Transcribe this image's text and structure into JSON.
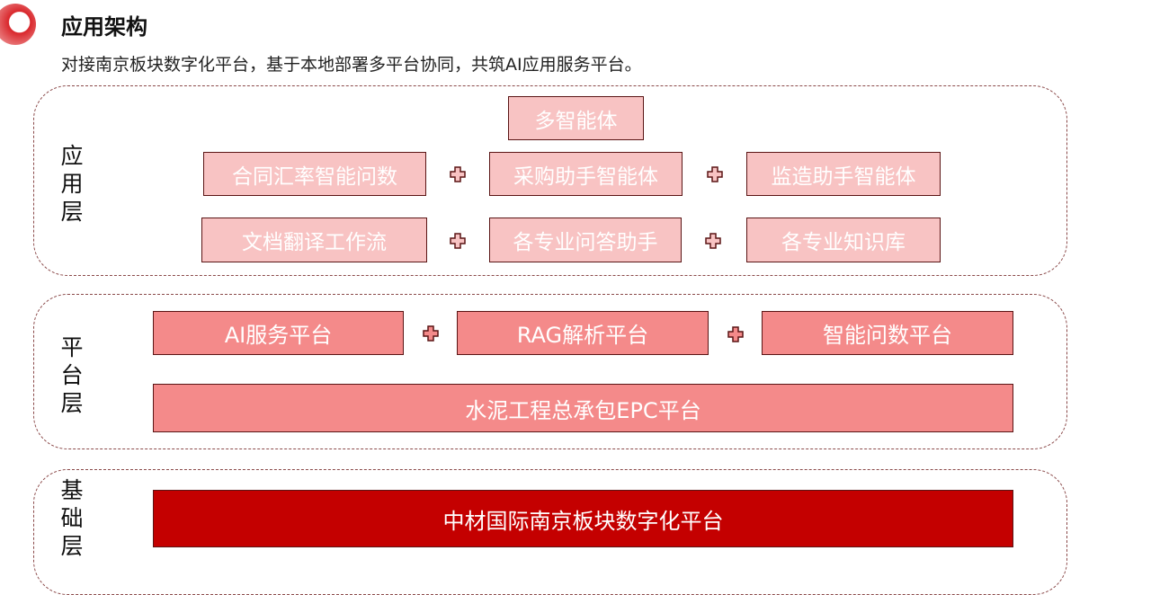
{
  "header": {
    "title": "应用架构",
    "subtitle": "对接南京板块数字化平台，基于本地部署多平台协同，共筑AI应用服务平台。"
  },
  "layers": {
    "application": {
      "label": "应用层",
      "top": "多智能体",
      "row1": [
        "合同汇率智能问数",
        "采购助手智能体",
        "监造助手智能体"
      ],
      "row2": [
        "文档翻译工作流",
        "各专业问答助手",
        "各专业知识库"
      ]
    },
    "platform": {
      "label": "平台层",
      "row1": [
        "AI服务平台",
        "RAG解析平台",
        "智能问数平台"
      ],
      "base": "水泥工程总承包EPC平台"
    },
    "foundation": {
      "label": "基础层",
      "base": "中材国际南京板块数字化平台"
    }
  },
  "colors": {
    "light": "#f8c3c3",
    "mid": "#f48a8a",
    "dark": "#c40000",
    "border": "#5a1515"
  }
}
